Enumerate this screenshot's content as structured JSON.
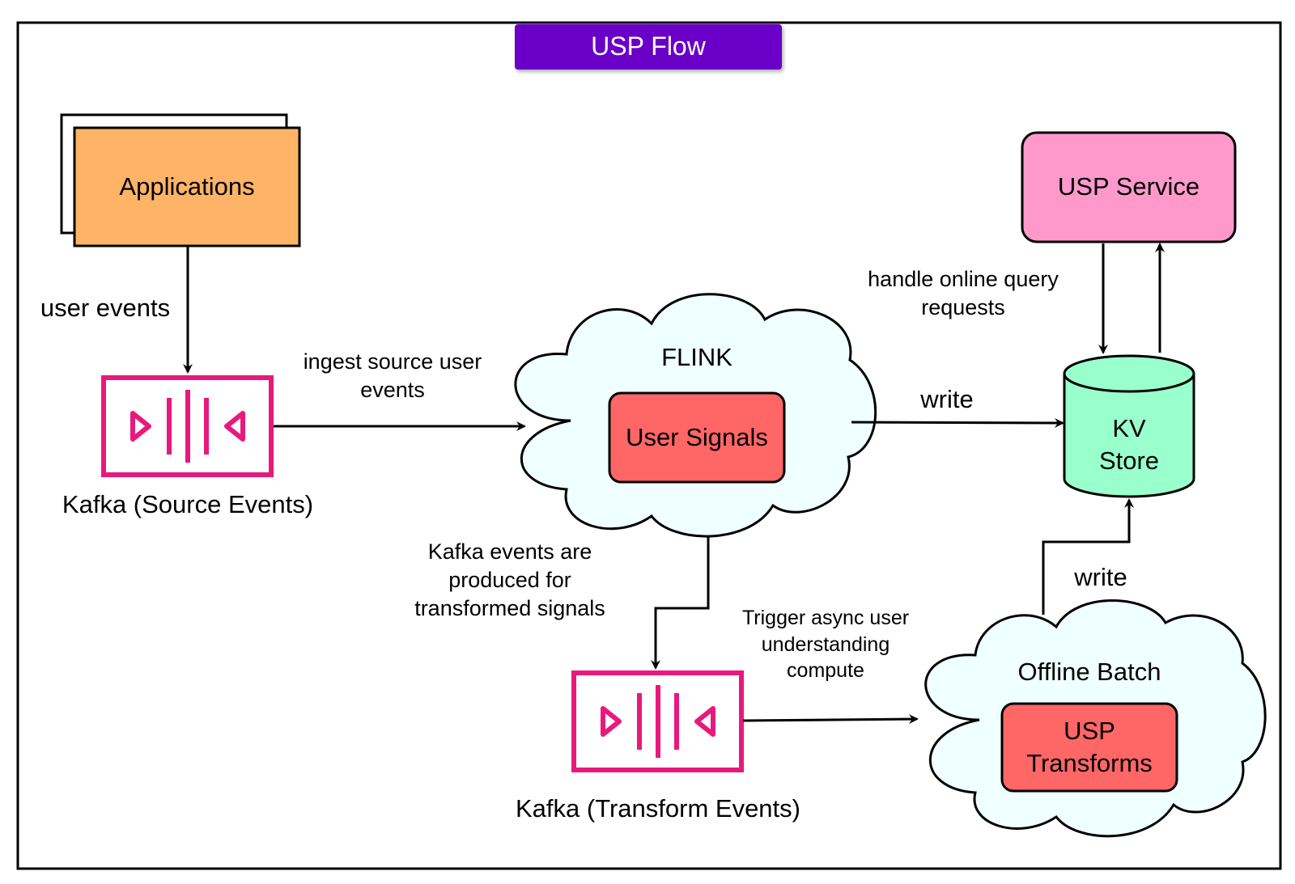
{
  "title": "USP Flow",
  "colors": {
    "title_bg": "#6a05c8",
    "applications": "#ffb366",
    "usp_service": "#ff99cc",
    "kv_store": "#99ffcc",
    "cloud": "#f0ffff",
    "inner_box": "#ff6666",
    "kafka": "#e8197d"
  },
  "nodes": {
    "applications": "Applications",
    "usp_service": "USP Service",
    "kv_store": [
      "KV",
      "Store"
    ],
    "flink": "FLINK",
    "user_signals": "User Signals",
    "offline_batch": "Offline Batch",
    "usp_transforms": [
      "USP",
      "Transforms"
    ],
    "kafka_source": "Kafka (Source Events)",
    "kafka_transform": "Kafka (Transform Events)"
  },
  "edges": {
    "user_events": "user events",
    "ingest": [
      "ingest source user",
      "events"
    ],
    "write_flink": "write",
    "online_query": [
      "handle online query",
      "requests"
    ],
    "kafka_produced": [
      "Kafka events are",
      "produced for",
      "transformed signals"
    ],
    "trigger": [
      "Trigger async user",
      "understanding",
      "compute"
    ],
    "write_batch": "write"
  },
  "icons": [
    "kafka-stream-icon",
    "arrow-head-icon"
  ]
}
